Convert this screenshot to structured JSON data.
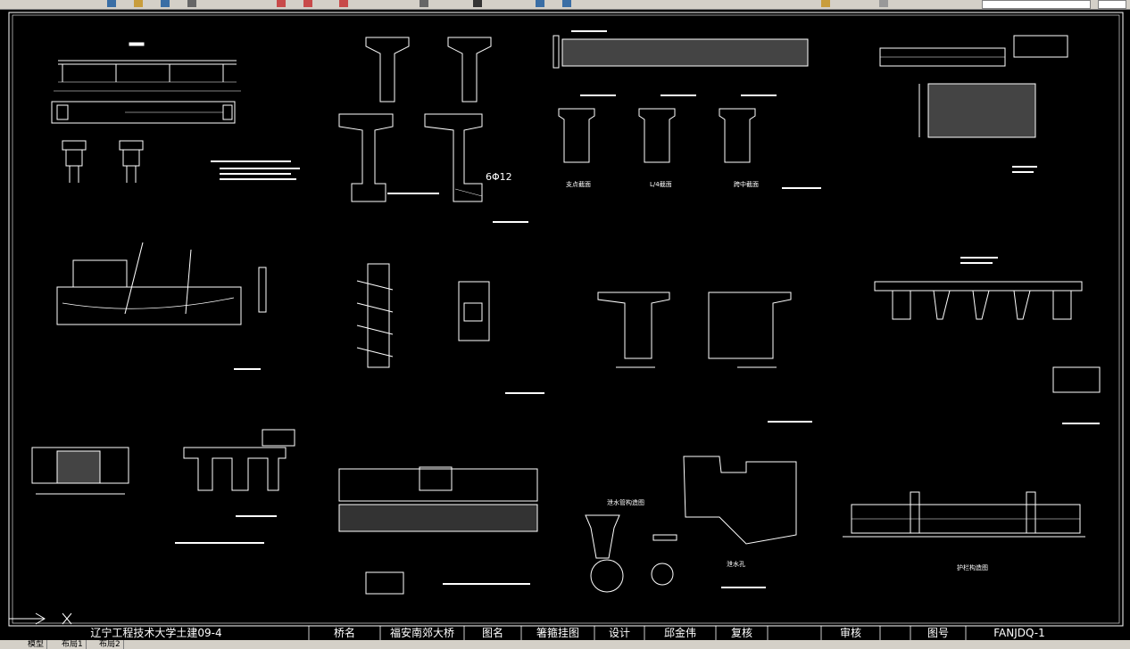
{
  "title_block": {
    "school": "辽宁工程技术大学土建09-4",
    "bridge_name_label": "桥名",
    "bridge_name": "福安南郊大桥",
    "drawing_name_label": "图名",
    "drawing_name": "箸箍挂图",
    "design_label": "设计",
    "designer": "邱金伟",
    "review_label": "复核",
    "approve_label": "审核",
    "drawing_no_label": "图号",
    "drawing_no": "FANJDQ-1"
  },
  "tabs": [
    "模型",
    "布局1",
    "布局2"
  ],
  "labels": {
    "support_section": "支点截面",
    "quarter_section": "L/4截面",
    "mid_section": "跨中截面",
    "rebar_dim": "6Φ12",
    "drain_pipe": "泄水管构造图",
    "drain_hole": "泄水孔",
    "railing": "护栏构造图"
  },
  "colors": {
    "background": "#000000",
    "lines": "#ffffff",
    "toolbar": "#d4d0c8"
  }
}
